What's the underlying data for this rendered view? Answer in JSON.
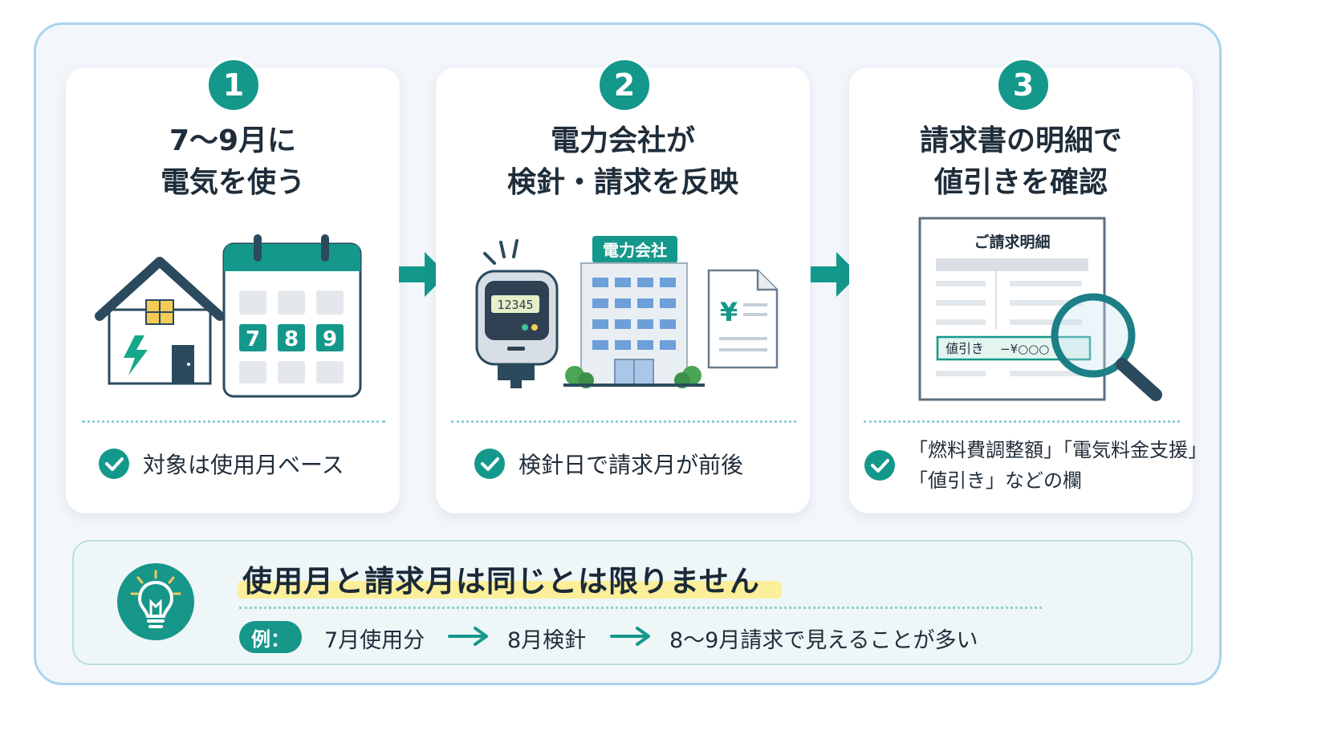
{
  "steps": [
    {
      "number": "1",
      "title_lines": [
        "7〜9月に",
        "電気を使う"
      ],
      "note_lines": [
        "対象は使用月ベース"
      ],
      "calendar_days": [
        "7",
        "8",
        "9"
      ]
    },
    {
      "number": "2",
      "title_lines": [
        "電力会社が",
        "検針・請求を反映"
      ],
      "note_lines": [
        "検針日で請求月が前後"
      ],
      "meter_reading": "12345",
      "building_sign": "電力会社",
      "invoice_symbol": "¥"
    },
    {
      "number": "3",
      "title_lines": [
        "請求書の明細で",
        "値引きを確認"
      ],
      "note_lines": [
        "「燃料費調整額」「電気料金支援」",
        "「値引き」などの欄"
      ],
      "bill_heading": "ご請求明細",
      "bill_discount_label": "値引き",
      "bill_discount_value": "−¥○○○"
    }
  ],
  "summary": {
    "title": "使用月と請求月は同じとは限りません",
    "example_label": "例：",
    "flow": [
      "7月使用分",
      "8月検針",
      "8〜9月請求で見えることが多い"
    ]
  },
  "icons": {
    "check": "check-circle-icon",
    "arrow": "arrow-right-icon",
    "bulb": "lightbulb-icon",
    "house": "house-icon",
    "calendar": "calendar-icon",
    "meter": "electric-meter-icon",
    "building": "office-building-icon",
    "invoice": "invoice-document-icon",
    "bill": "bill-statement-icon",
    "magnifier": "magnifying-glass-icon"
  },
  "colors": {
    "teal": "#14988b",
    "dark_navy": "#2b4a5e",
    "highlight_yellow": "#fbef9a",
    "frame_blue": "#a9d3ee"
  }
}
